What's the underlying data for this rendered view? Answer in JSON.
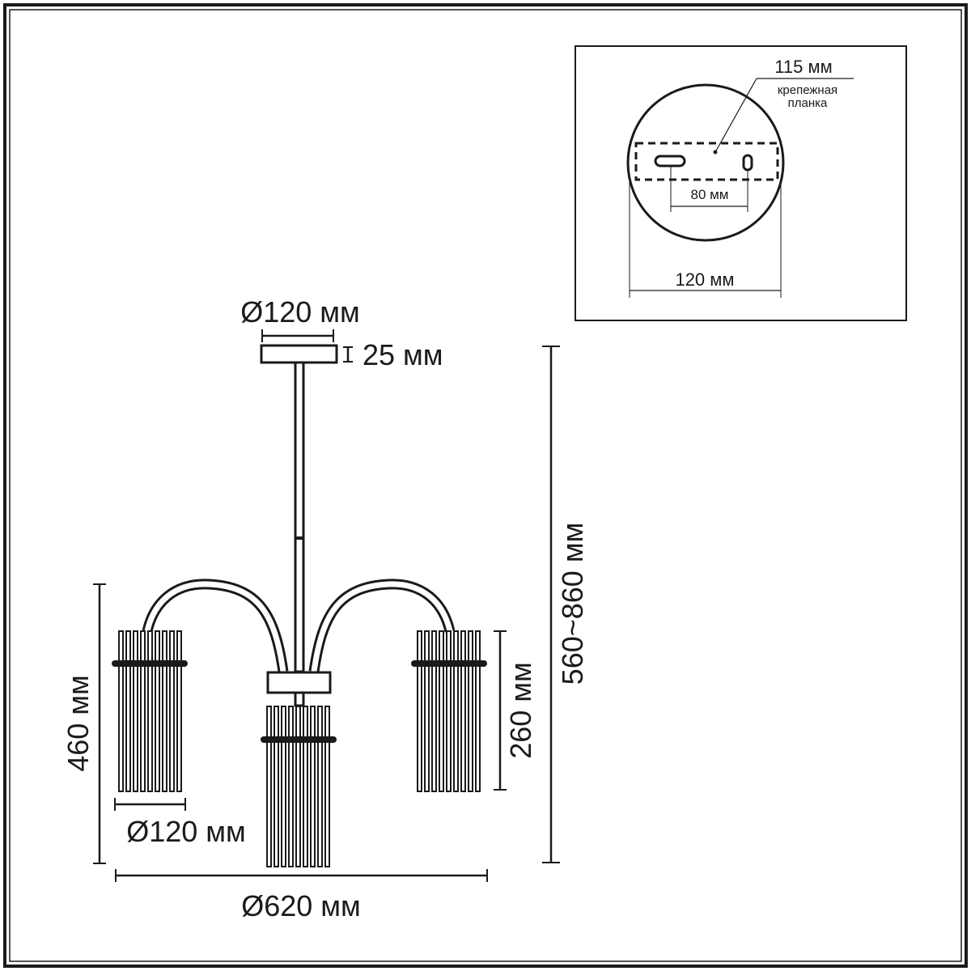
{
  "dimensions": {
    "canopy_diameter": "Ø120 мм",
    "canopy_height": "25 мм",
    "total_height": "560~860 мм",
    "side_height": "460 мм",
    "shade_height": "260 мм",
    "shade_diameter": "Ø120 мм",
    "overall_diameter": "Ø620 мм"
  },
  "inset": {
    "bracket_length": "115 мм",
    "bracket_label_line1": "крепежная",
    "bracket_label_line2": "планка",
    "hole_spacing": "80 мм",
    "base_width": "120 мм"
  }
}
